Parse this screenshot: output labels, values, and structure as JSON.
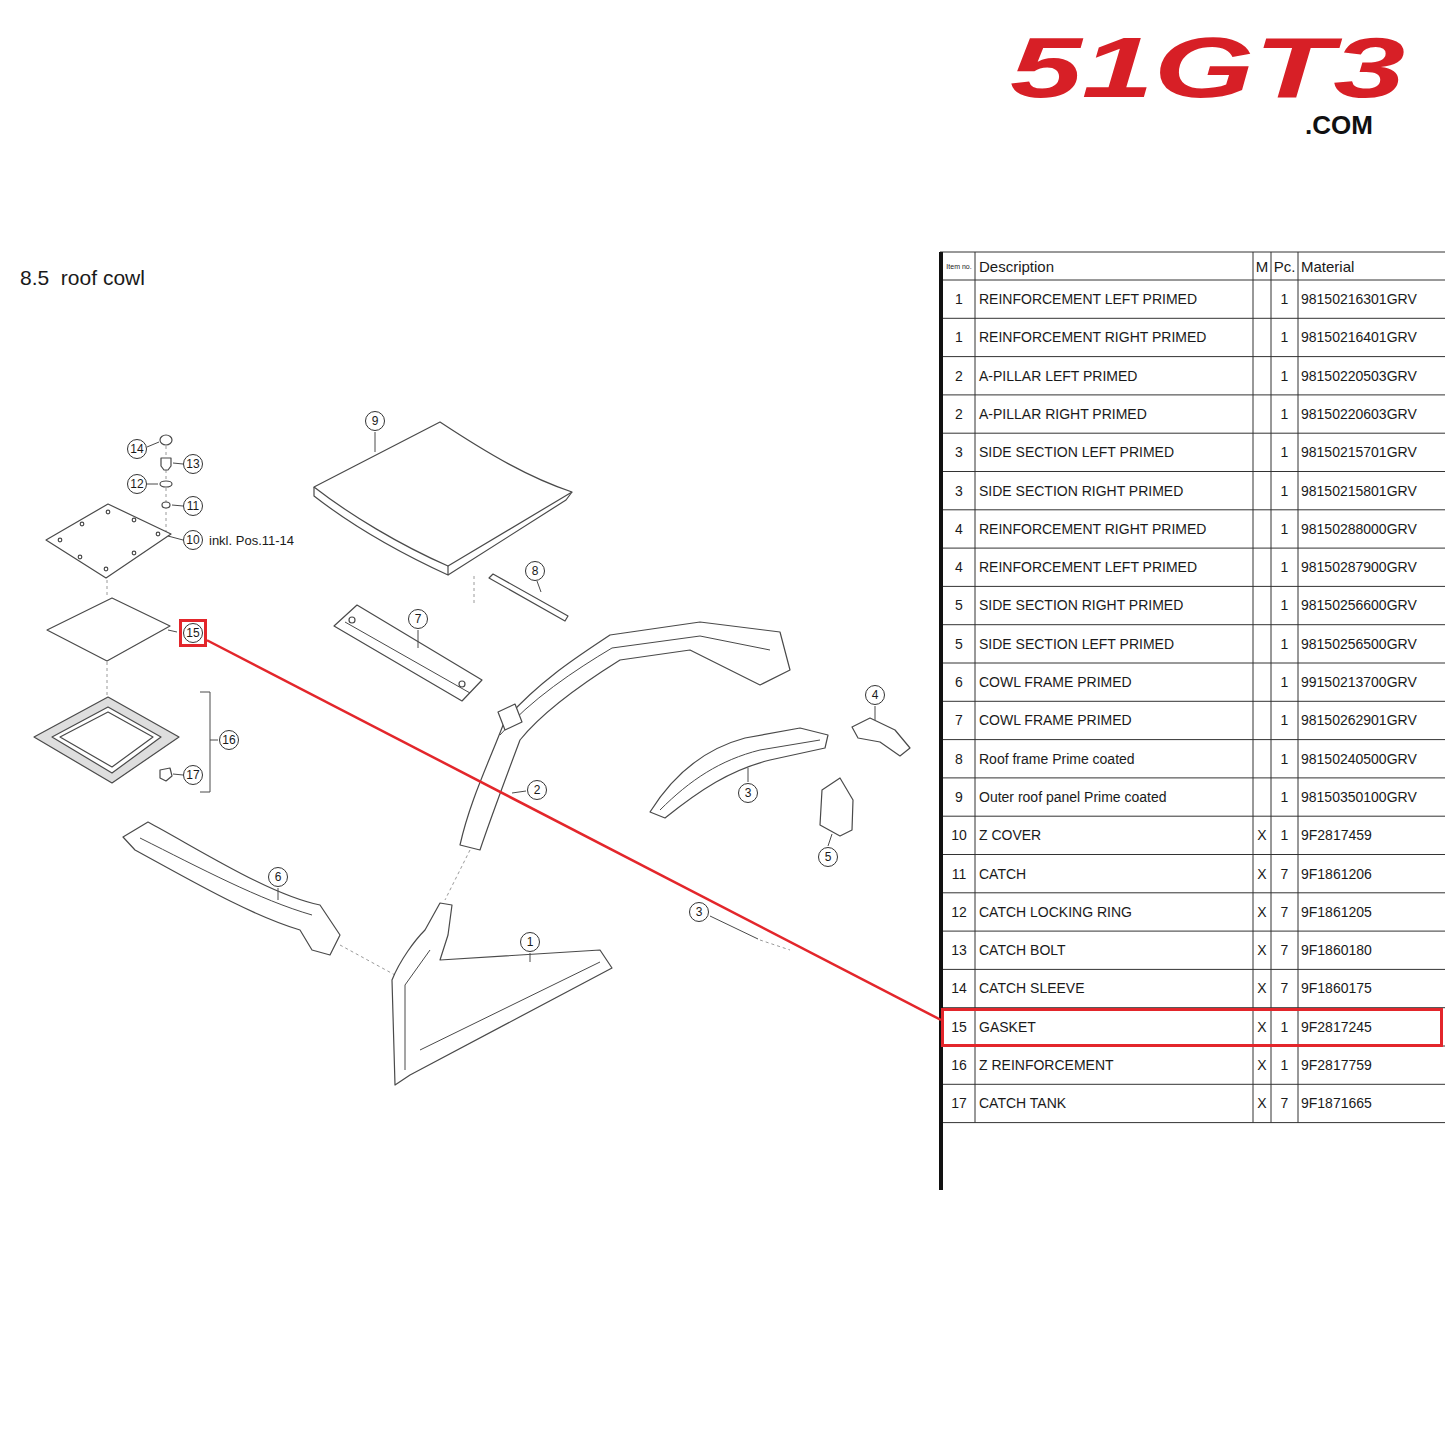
{
  "diagram": {
    "title": "8.5  roof cowl",
    "nodes": [
      {
        "text": [
          "15"
        ]
      },
      {
        "text": [
          "15",
          "GASKET",
          "X",
          "1",
          "9F2817245"
        ]
      }
    ],
    "edges": [
      {
        "from": 0,
        "to": 1,
        "arrow": "none"
      }
    ],
    "labels": [
      "51GT3",
      ".COM",
      "14",
      "13",
      "12",
      "11",
      "10",
      "inkl. Pos.11-14",
      "9",
      "8",
      "7",
      "16",
      "17",
      "6",
      "2",
      "3",
      "4",
      "5",
      "3",
      "1",
      "Item no.",
      "Description",
      "M",
      "Pc.",
      "Material",
      "1",
      "REINFORCEMENT LEFT PRIMED",
      "1",
      "98150216301GRV",
      "1",
      "REINFORCEMENT RIGHT PRIMED",
      "1",
      "98150216401GRV",
      "2",
      "A-PILLAR LEFT PRIMED",
      "1",
      "98150220503GRV",
      "2",
      "A-PILLAR RIGHT PRIMED",
      "1",
      "98150220603GRV",
      "3",
      "SIDE SECTION LEFT PRIMED",
      "1",
      "98150215701GRV",
      "3",
      "SIDE SECTION RIGHT PRIMED",
      "1",
      "98150215801GRV",
      "4",
      "REINFORCEMENT RIGHT PRIMED",
      "1",
      "98150288000GRV",
      "4",
      "REINFORCEMENT LEFT PRIMED",
      "1",
      "98150287900GRV",
      "5",
      "SIDE SECTION RIGHT PRIMED",
      "1",
      "98150256600GRV",
      "5",
      "SIDE SECTION LEFT PRIMED",
      "1",
      "98150256500GRV",
      "6",
      "COWL FRAME PRIMED",
      "1",
      "99150213700GRV",
      "7",
      "COWL FRAME PRIMED",
      "1",
      "98150262901GRV",
      "8",
      "Roof frame Prime coated",
      "1",
      "98150240500GRV",
      "9",
      "Outer roof panel Prime coated",
      "1",
      "98150350100GRV",
      "10",
      "Z COVER",
      "X",
      "1",
      "9F2817459",
      "11",
      "CATCH",
      "X",
      "7",
      "9F1861206",
      "12",
      "CATCH LOCKING RING",
      "X",
      "7",
      "9F1861205",
      "13",
      "CATCH BOLT",
      "X",
      "7",
      "9F1860180",
      "14",
      "CATCH SLEEVE",
      "X",
      "7",
      "9F1860175",
      "16",
      "Z REINFORCEMENT",
      "X",
      "1",
      "9F2817759",
      "17",
      "CATCH TANK",
      "X",
      "7",
      "9F1871665"
    ]
  }
}
